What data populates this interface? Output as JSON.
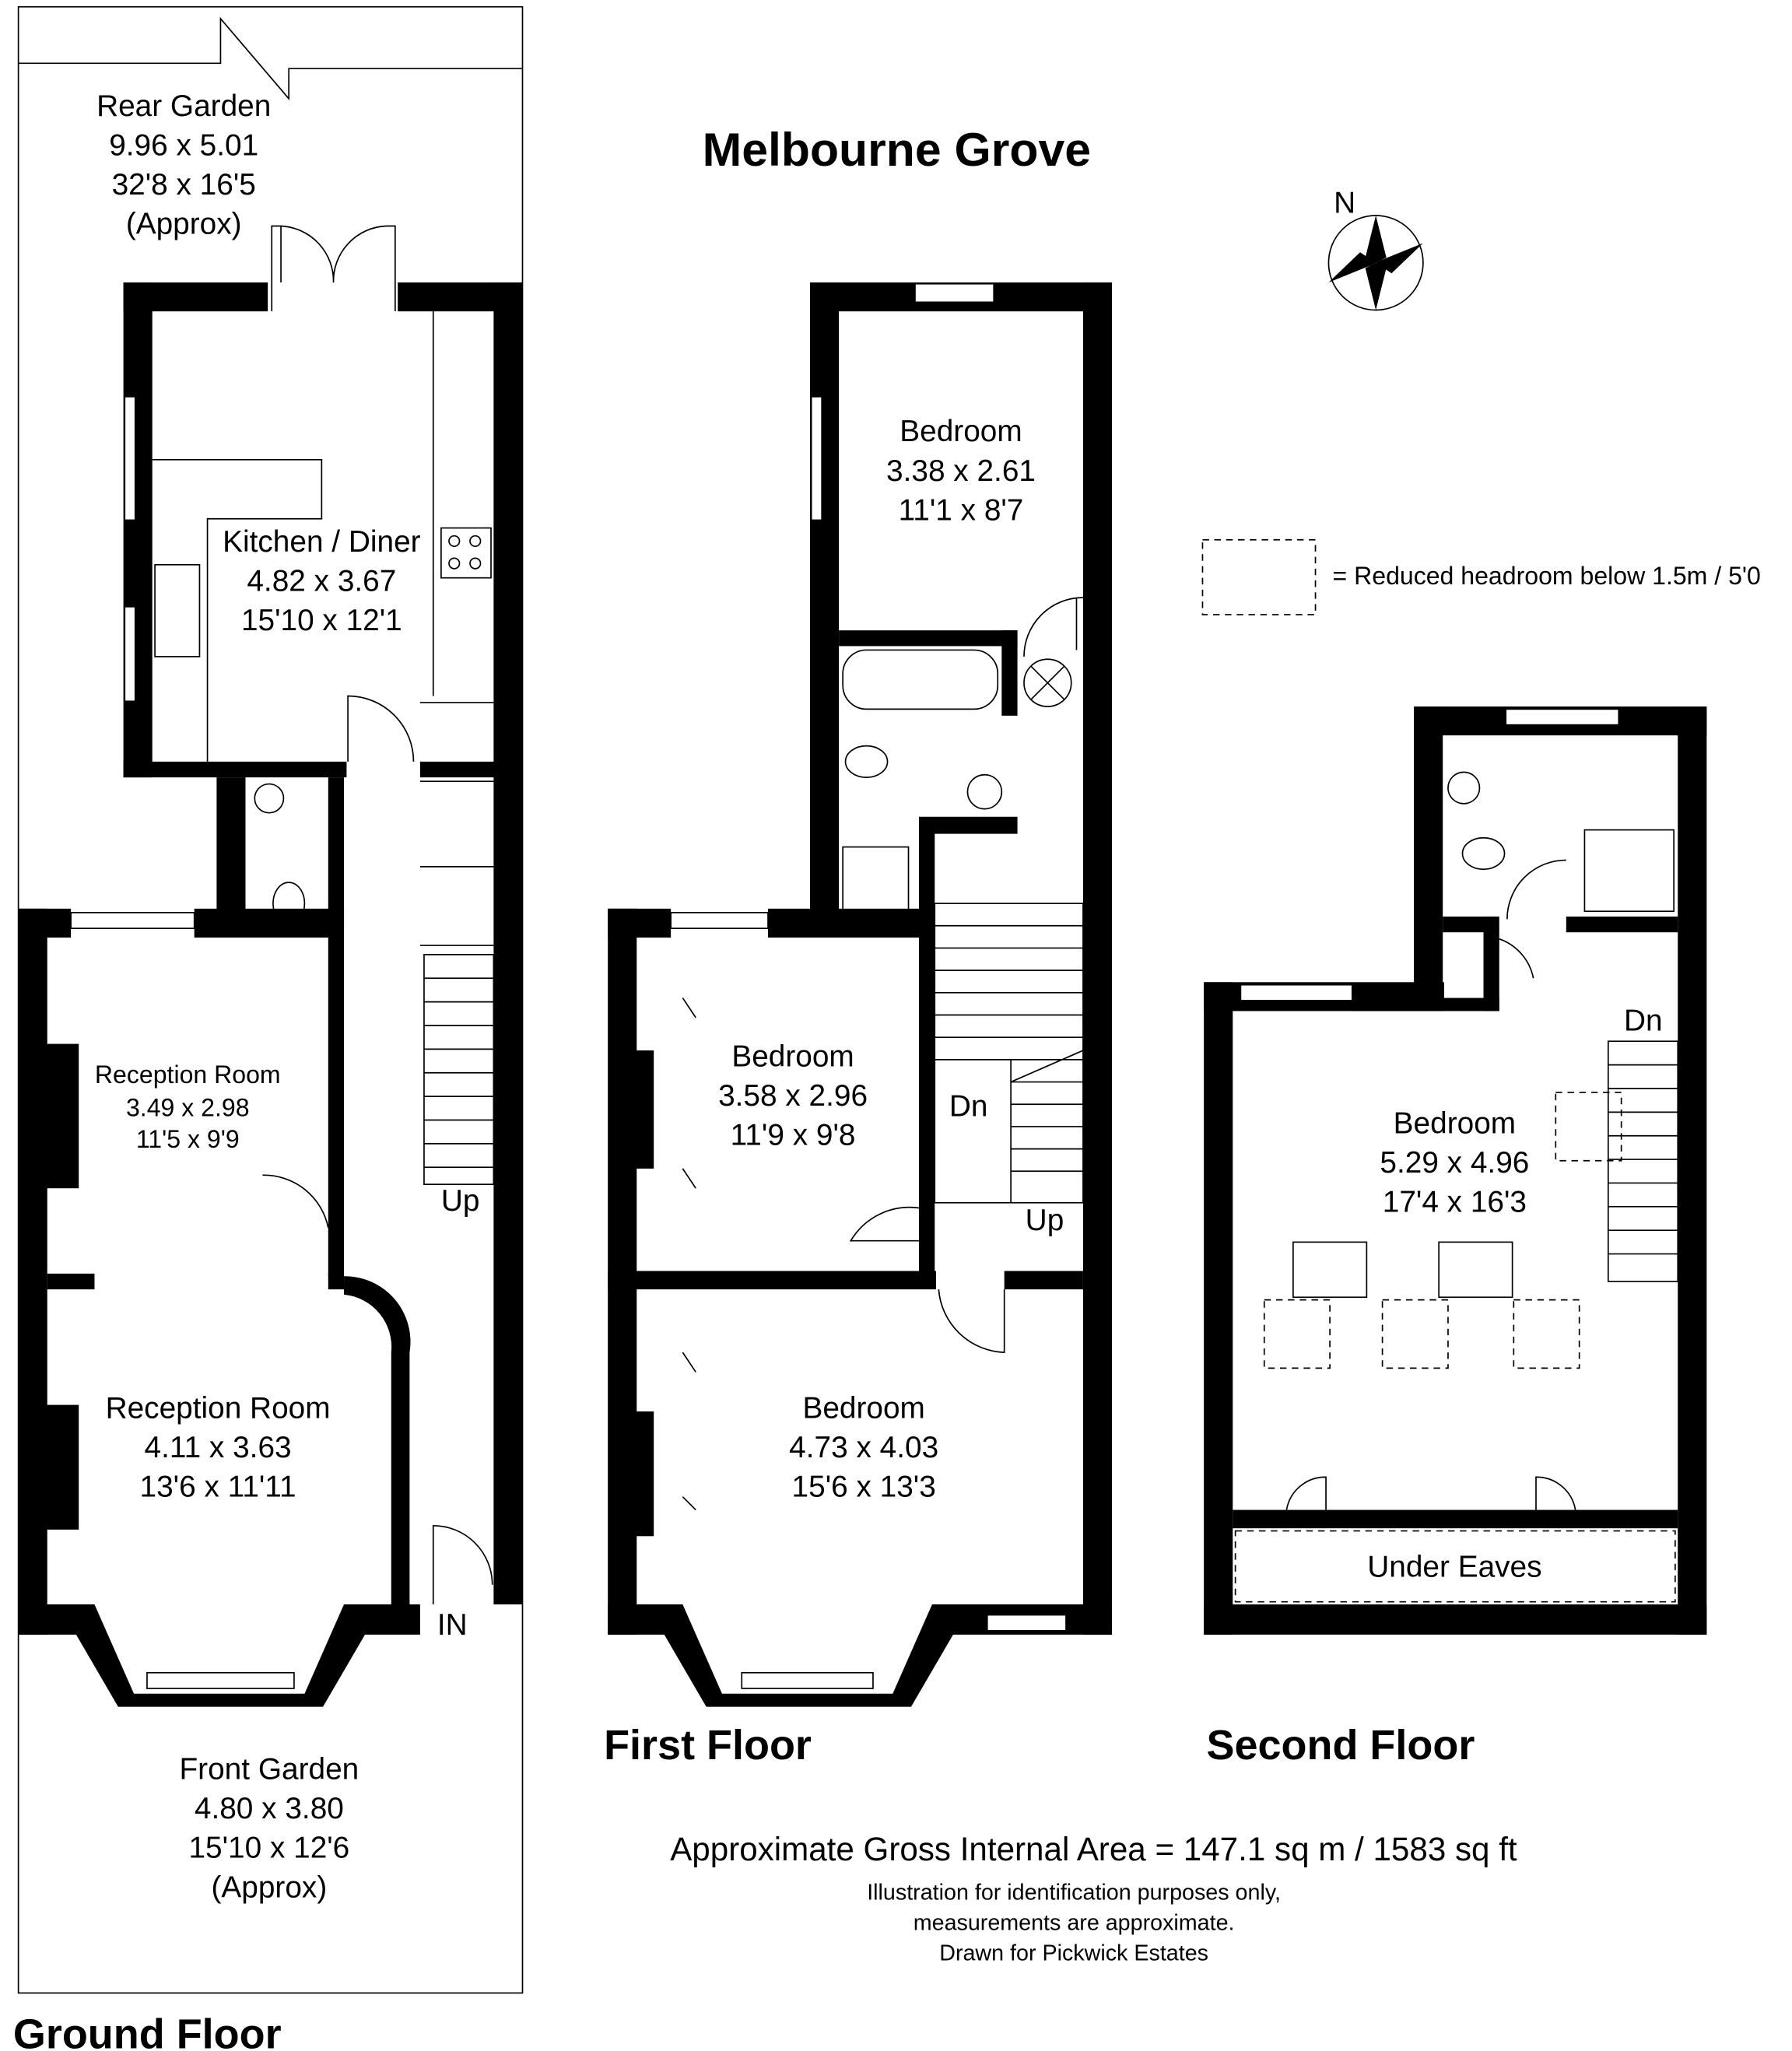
{
  "title": "Melbourne Grove",
  "compass": {
    "label": "N"
  },
  "legend": {
    "text": "= Reduced headroom below 1.5m / 5'0"
  },
  "floors": {
    "ground": {
      "label": "Ground Floor",
      "rooms": [
        {
          "name": "Rear Garden",
          "metric": "9.96 x 5.01",
          "imperial": "32'8 x 16'5",
          "note": "(Approx)"
        },
        {
          "name": "Kitchen / Diner",
          "metric": "4.82 x 3.67",
          "imperial": "15'10 x 12'1"
        },
        {
          "name": "Reception Room",
          "metric": "3.49 x 2.98",
          "imperial": "11'5 x 9'9"
        },
        {
          "name": "Reception Room",
          "metric": "4.11 x 3.63",
          "imperial": "13'6 x 11'11"
        },
        {
          "name": "Front Garden",
          "metric": "4.80 x 3.80",
          "imperial": "15'10 x 12'6",
          "note": "(Approx)"
        }
      ],
      "stairs_label": "Up",
      "entrance_label": "IN"
    },
    "first": {
      "label": "First Floor",
      "rooms": [
        {
          "name": "Bedroom",
          "metric": "3.38 x 2.61",
          "imperial": "11'1 x 8'7"
        },
        {
          "name": "Bedroom",
          "metric": "3.58 x 2.96",
          "imperial": "11'9 x 9'8"
        },
        {
          "name": "Bedroom",
          "metric": "4.73 x 4.03",
          "imperial": "15'6 x 13'3"
        }
      ],
      "stairs_down": "Dn",
      "stairs_up": "Up"
    },
    "second": {
      "label": "Second Floor",
      "rooms": [
        {
          "name": "Bedroom",
          "metric": "5.29 x 4.96",
          "imperial": "17'4 x 16'3"
        },
        {
          "name": "Under Eaves"
        }
      ],
      "stairs_down": "Dn"
    }
  },
  "footer": {
    "area": "Approximate Gross Internal Area = 147.1 sq m / 1583 sq ft",
    "disclaimer1": "Illustration for identification purposes only,",
    "disclaimer2": "measurements are approximate.",
    "credit": "Drawn for Pickwick Estates"
  }
}
